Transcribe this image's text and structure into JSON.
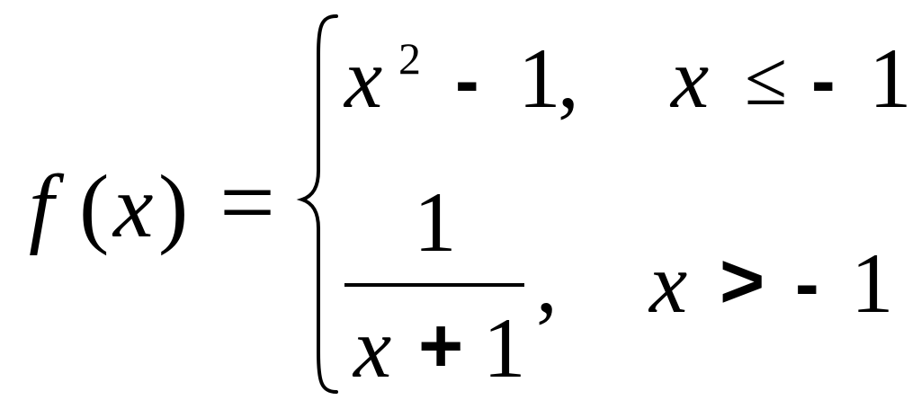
{
  "formula": {
    "lhs": {
      "func": "f",
      "open_paren": "(",
      "var": "x",
      "close_paren": ")",
      "equals": "="
    },
    "case1": {
      "base": "x",
      "exponent": "2",
      "minus": "-",
      "const": "1",
      "comma": ",",
      "cond_var": "x",
      "cond_rel": "≤",
      "cond_minus": "-",
      "cond_const": "1"
    },
    "case2": {
      "numerator": "1",
      "den_var": "x",
      "den_plus": "+",
      "den_const": "1",
      "comma": ",",
      "cond_var": "x",
      "cond_rel": ">",
      "cond_minus": "-",
      "cond_const": "1"
    }
  }
}
